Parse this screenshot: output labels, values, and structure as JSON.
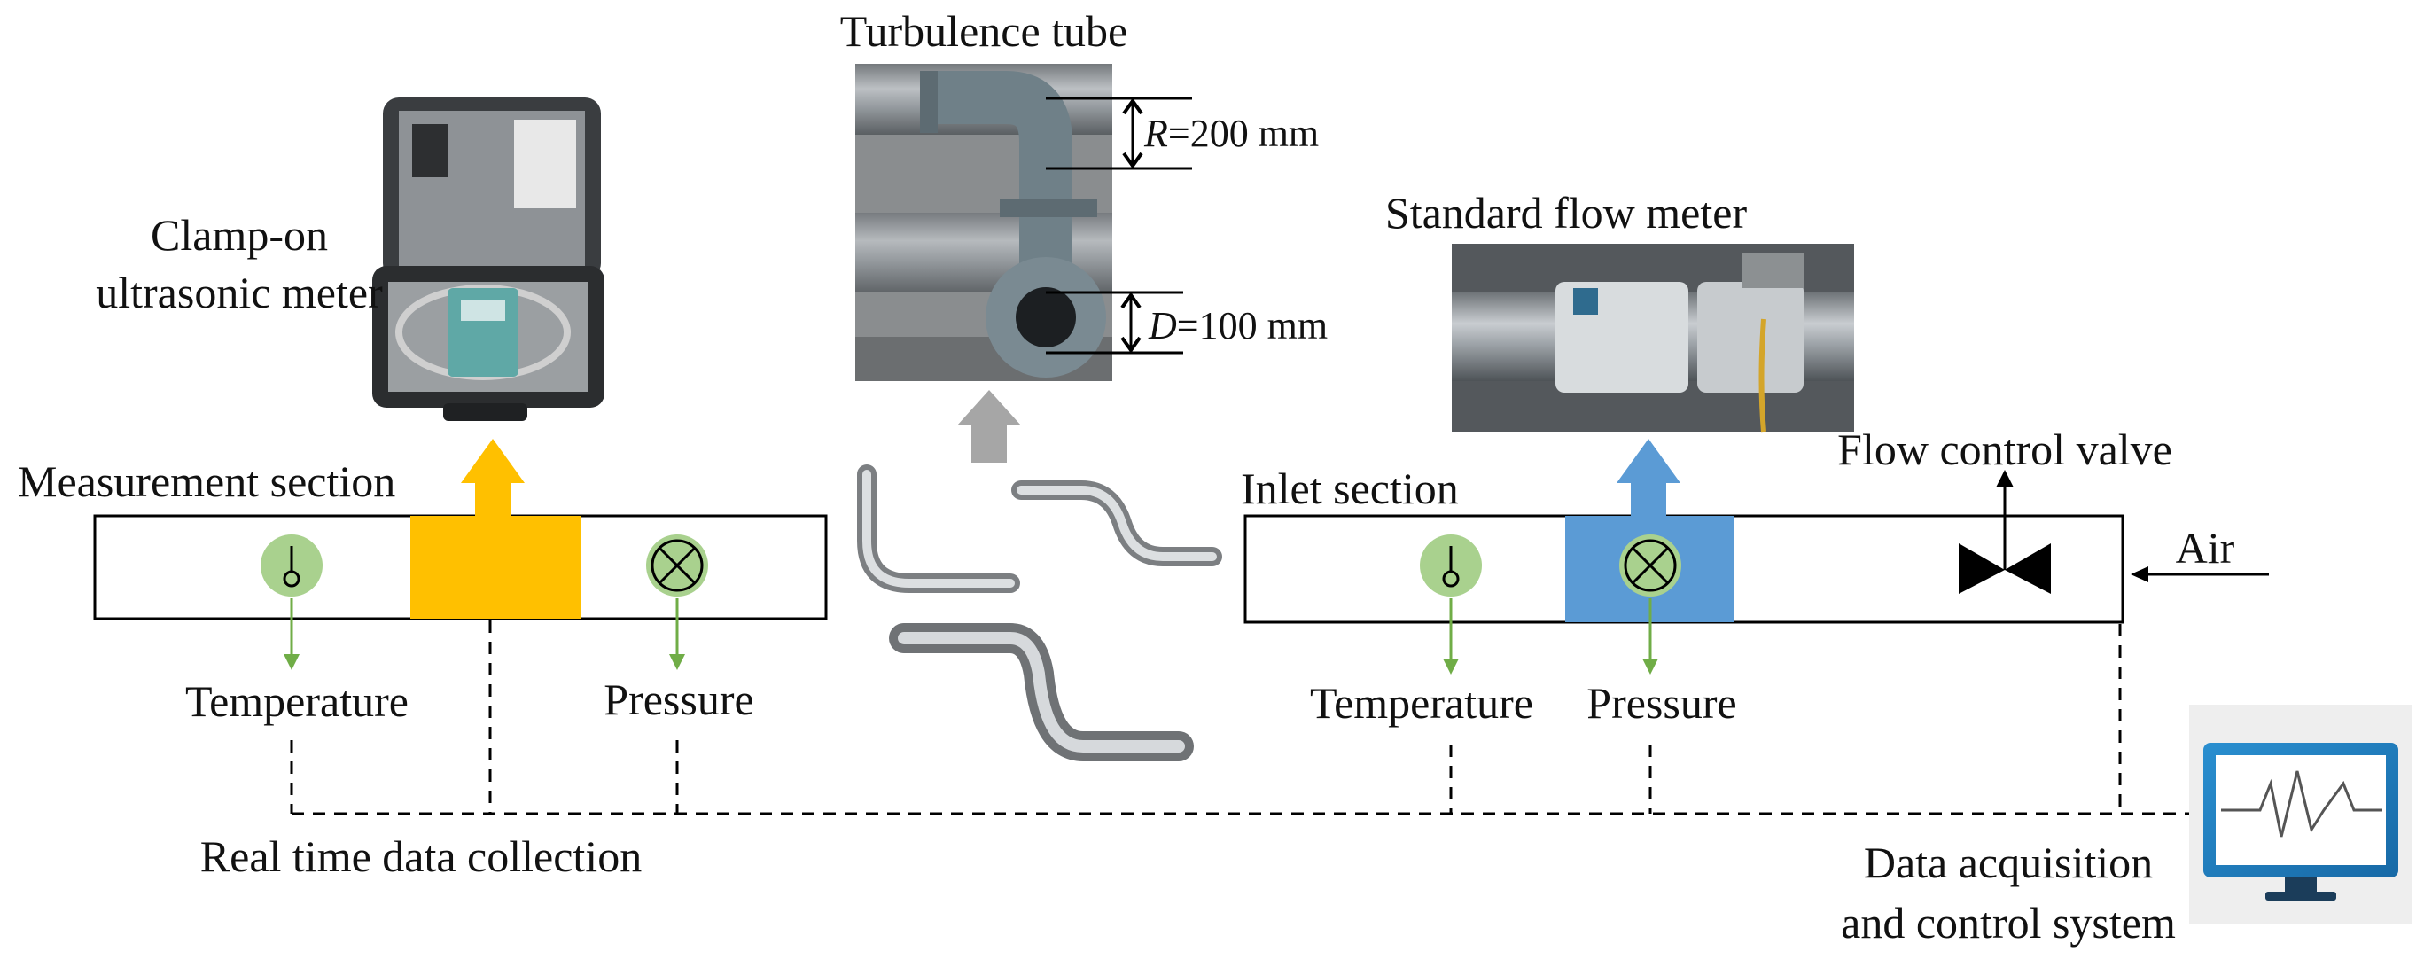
{
  "labels": {
    "turbulence_tube": "Turbulence tube",
    "clamp_on_line1": "Clamp-on",
    "clamp_on_line2": "ultrasonic meter",
    "standard_flow_meter": "Standard flow meter",
    "measurement_section": "Measurement section",
    "inlet_section": "Inlet section",
    "flow_control_valve": "Flow control valve",
    "air": "Air",
    "temperature_left": "Temperature",
    "pressure_left": "Pressure",
    "temperature_right": "Temperature",
    "pressure_right": "Pressure",
    "real_time_data_collection": "Real time data collection",
    "daq_line1": "Data acquisition",
    "daq_line2": "and control system"
  },
  "dimensions": {
    "radius_symbol": "R",
    "radius_value": "=200 mm",
    "diameter_symbol": "D",
    "diameter_value": "=100 mm"
  },
  "colors": {
    "clamp_on_meter": "#FFC000",
    "standard_flow_meter": "#5B9BD5",
    "sensor_circle": "#A9D18E",
    "sensor_arrow": "#70AD47",
    "up_arrow_grey": "#A6A6A6"
  },
  "icons": {
    "temperature_sensor": "thermometer-icon",
    "pressure_sensor": "pressure-gauge-icon",
    "valve": "butterfly-valve-icon",
    "daq": "monitor-icon"
  }
}
